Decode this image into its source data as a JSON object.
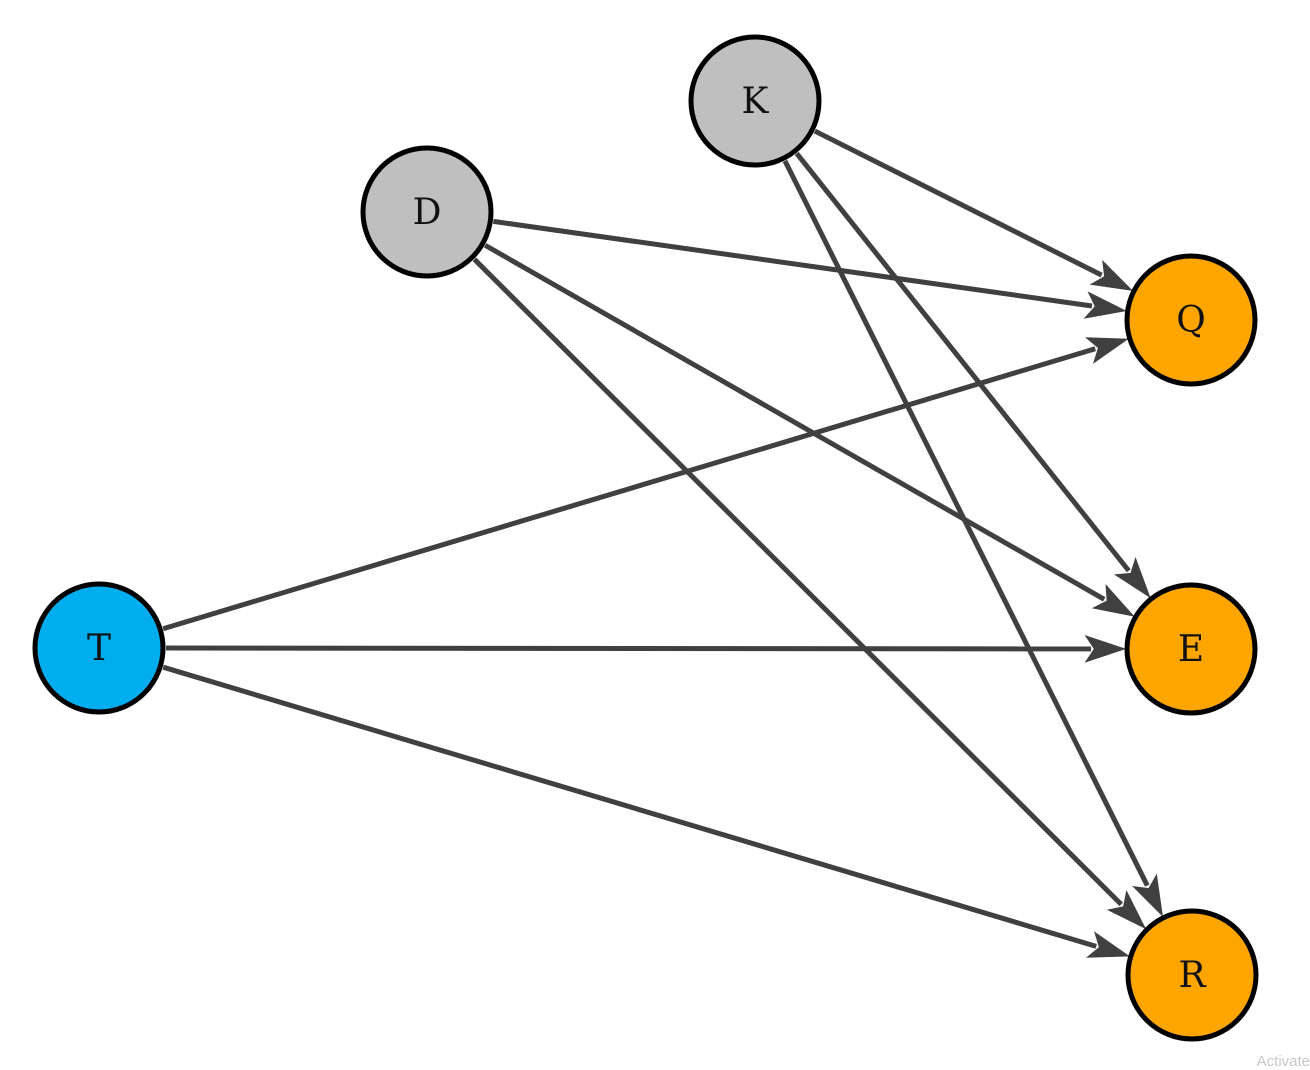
{
  "diagram": {
    "nodes": [
      {
        "id": "K",
        "label": "K",
        "color": "#bfbfbf"
      },
      {
        "id": "D",
        "label": "D",
        "color": "#bfbfbf"
      },
      {
        "id": "Q",
        "label": "Q",
        "color": "#ffa500"
      },
      {
        "id": "E",
        "label": "E",
        "color": "#ffa500"
      },
      {
        "id": "R",
        "label": "R",
        "color": "#ffa500"
      },
      {
        "id": "T",
        "label": "T",
        "color": "#00aeef"
      }
    ],
    "edges": [
      {
        "from": "K",
        "to": "Q"
      },
      {
        "from": "K",
        "to": "E"
      },
      {
        "from": "K",
        "to": "R"
      },
      {
        "from": "D",
        "to": "Q"
      },
      {
        "from": "D",
        "to": "E"
      },
      {
        "from": "D",
        "to": "R"
      },
      {
        "from": "T",
        "to": "Q"
      },
      {
        "from": "T",
        "to": "E"
      },
      {
        "from": "T",
        "to": "R"
      }
    ],
    "edge_color": "#404040",
    "outline_color": "#000000"
  },
  "watermark": "Activate"
}
